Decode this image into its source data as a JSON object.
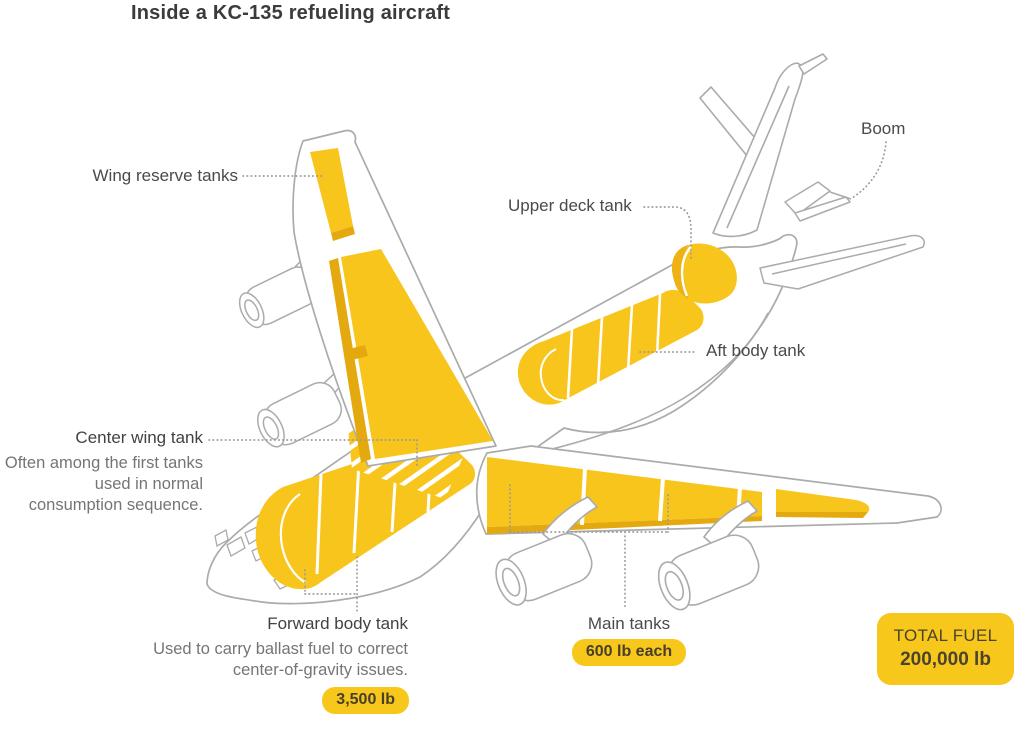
{
  "title": "Inside a KC-135 refueling aircraft",
  "colors": {
    "tank_yellow": "#F8C51C",
    "tank_shadow": "#E4A90F",
    "outline_gray": "#ABABAB",
    "leader_gray": "#9A9A9A",
    "label_gray": "#4A4A4A",
    "description_gray": "#757575",
    "badge_yellow": "#F8C71B",
    "badge_text": "#473F2B"
  },
  "callouts": {
    "wing_reserve_tanks": {
      "label": "Wing reserve tanks"
    },
    "upper_deck_tank": {
      "label": "Upper deck tank"
    },
    "boom": {
      "label": "Boom"
    },
    "aft_body_tank": {
      "label": "Aft body tank"
    },
    "center_wing_tank": {
      "label": "Center wing tank",
      "description": "Often among the first tanks used in normal consumption sequence."
    },
    "forward_body_tank": {
      "label": "Forward body tank",
      "description": "Used to carry ballast fuel to correct center-of-gravity issues.",
      "badge": "3,500 lb"
    },
    "main_tanks": {
      "label": "Main tanks",
      "badge": "600 lb each"
    }
  },
  "total_fuel": {
    "label": "TOTAL FUEL",
    "value": "200,000 lb"
  }
}
